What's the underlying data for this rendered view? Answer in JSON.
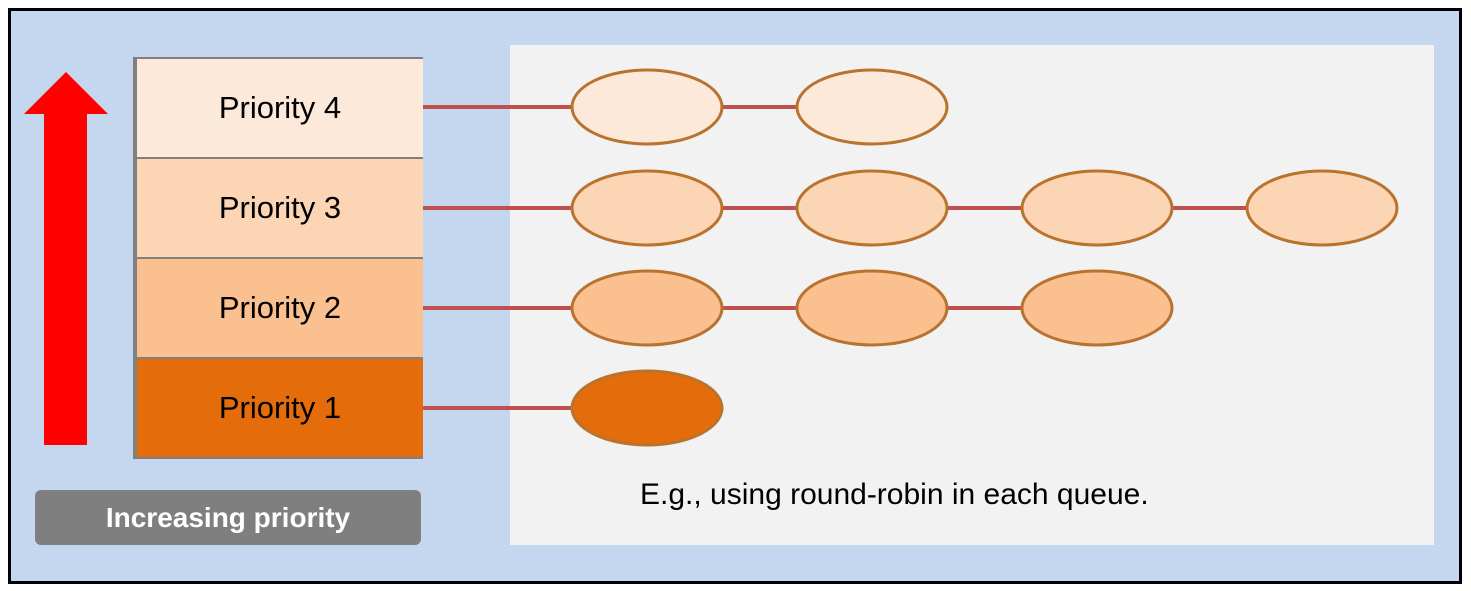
{
  "priority_levels": [
    {
      "label": "Priority 4",
      "fill": "#fde9d9",
      "queue_length": 2
    },
    {
      "label": "Priority 3",
      "fill": "#fcd5b4",
      "queue_length": 4
    },
    {
      "label": "Priority 2",
      "fill": "#fac090",
      "queue_length": 3
    },
    {
      "label": "Priority 1",
      "fill": "#e46c0a",
      "queue_length": 1
    }
  ],
  "arrow_label": "Increasing priority",
  "note": "E.g., using round-robin in each queue.",
  "colors": {
    "frame_background": "#c5d7ef",
    "panel_background": "#f2f2f2",
    "arrow": "#ff0000",
    "connector": "#c0504d",
    "node_outline": "#b9732f",
    "badge": "#7f7f7f"
  }
}
